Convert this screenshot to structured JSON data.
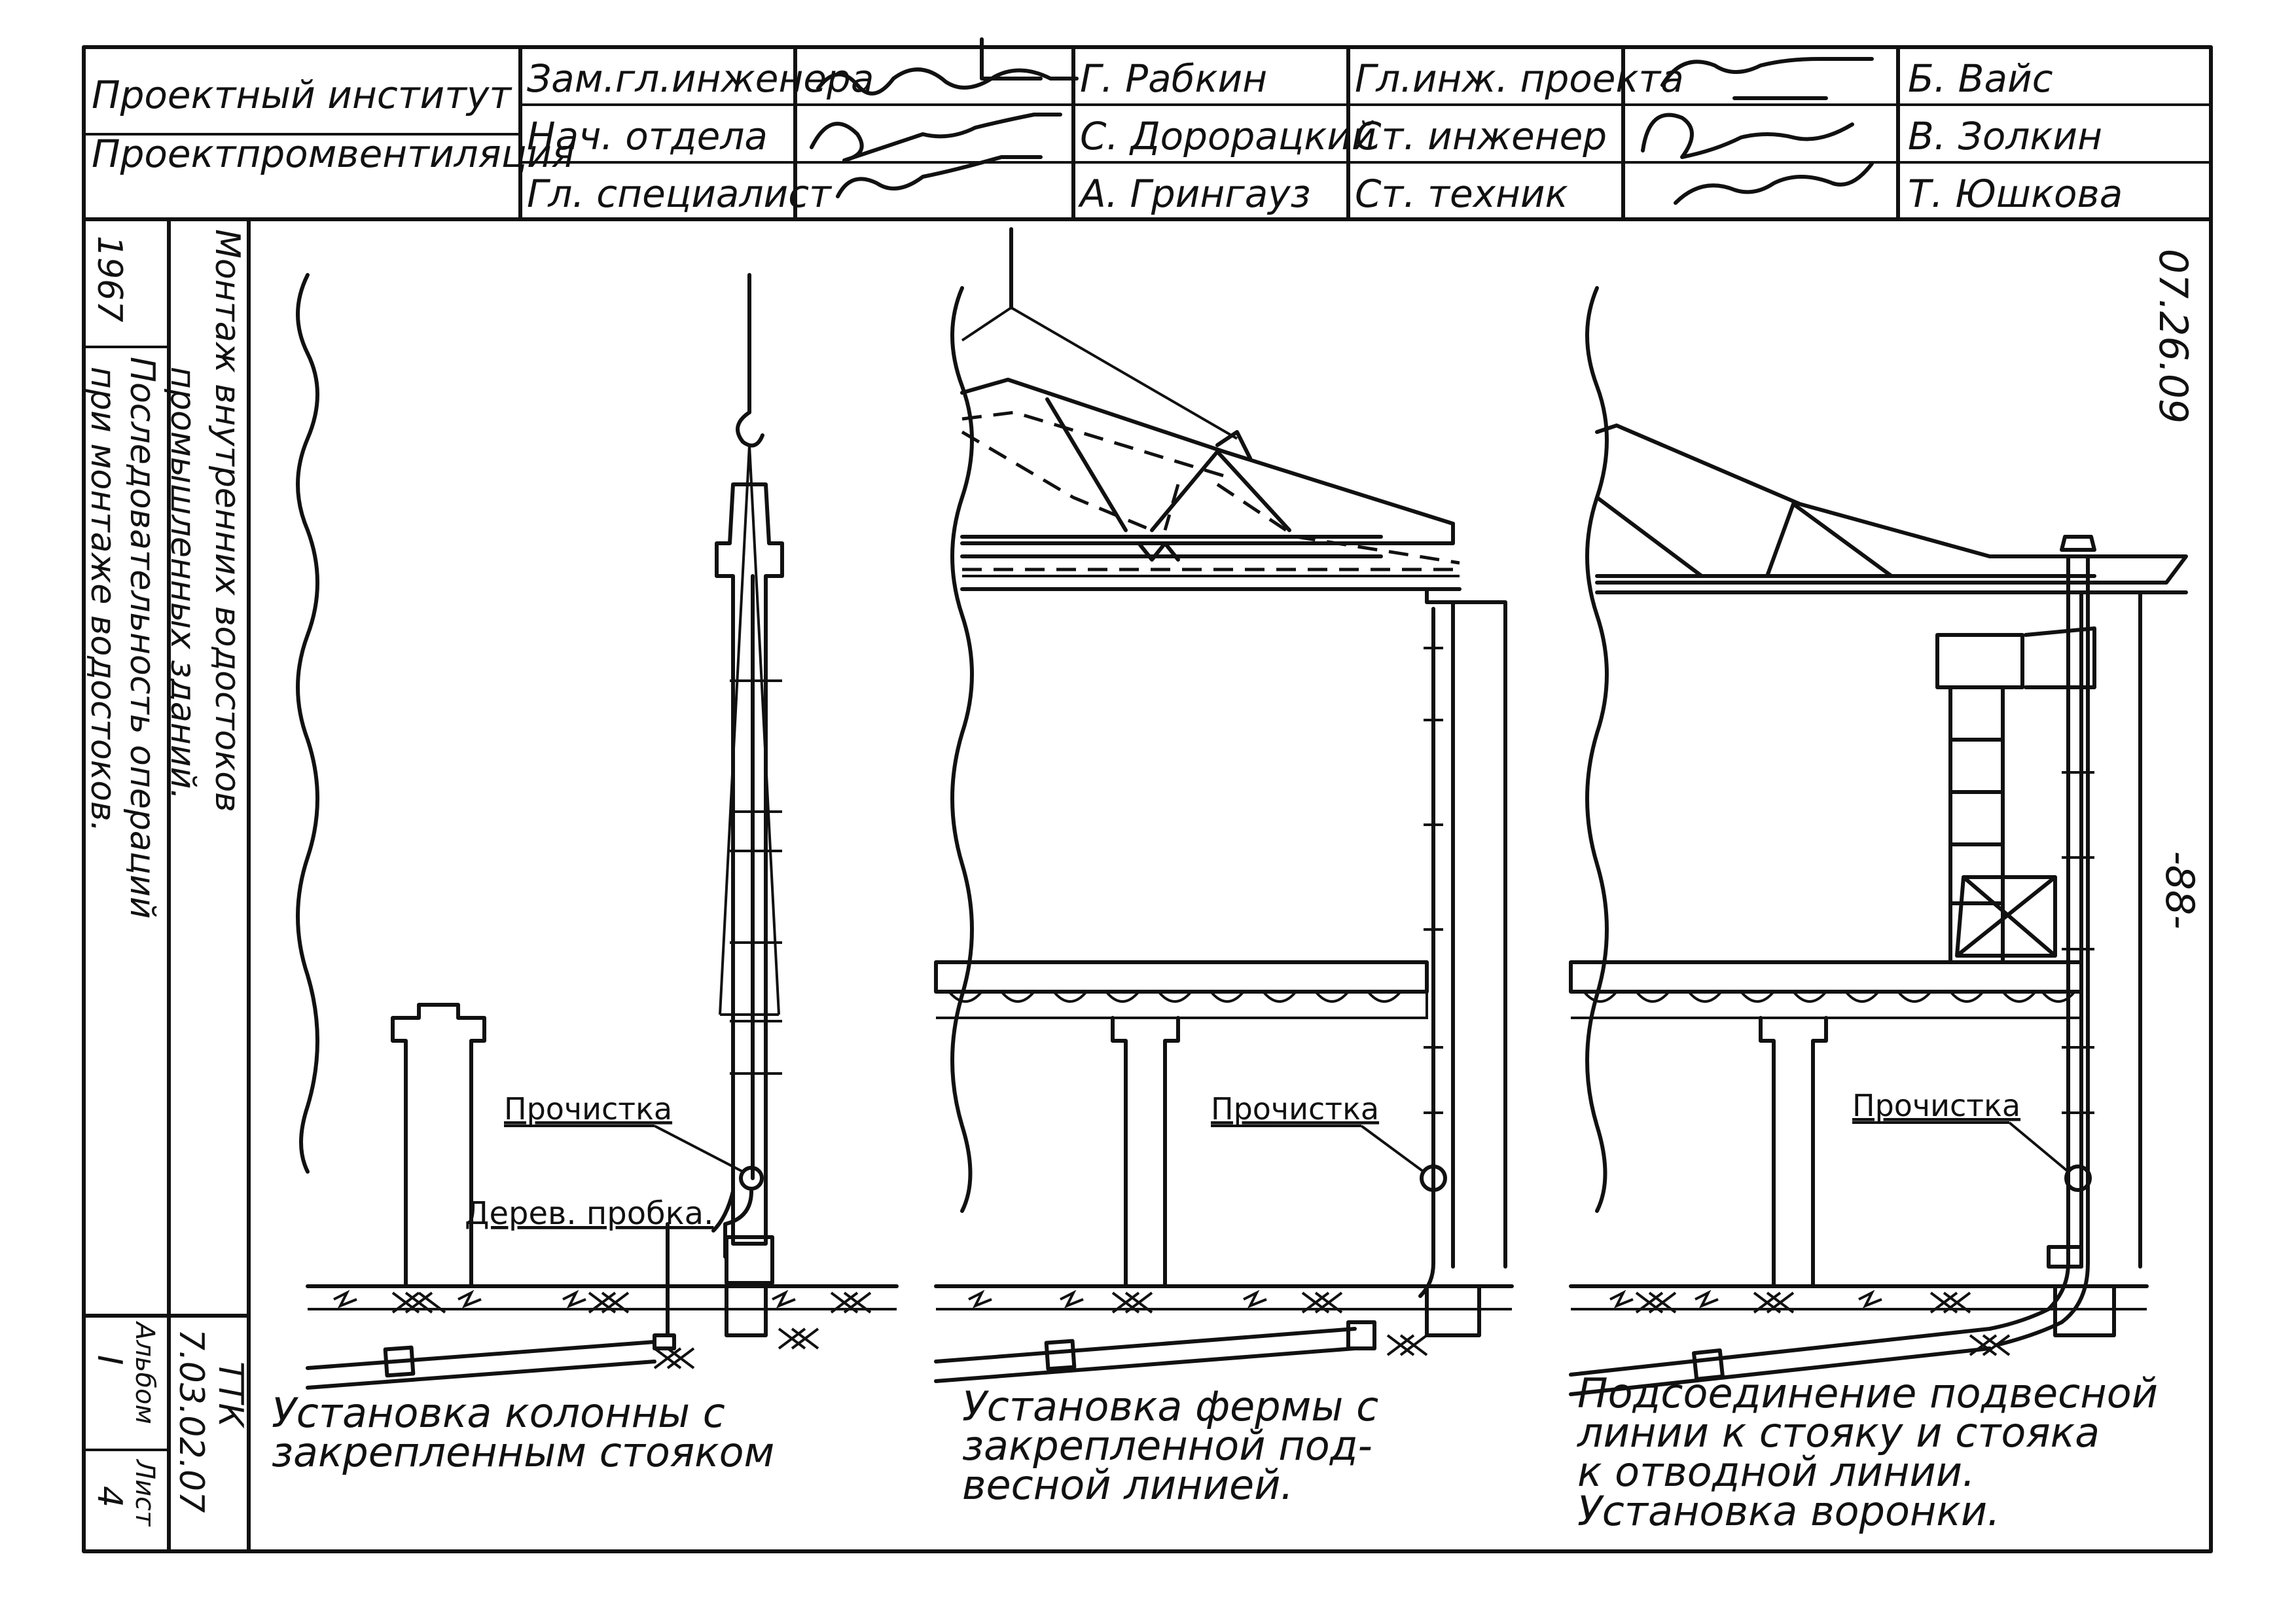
{
  "title_block": {
    "org_line1": "Проектный институт",
    "org_line2": "Проектпромвентиляция",
    "positions_left": [
      "Зам.гл.инженера",
      "Нач. отдела",
      "Гл. специалист"
    ],
    "names_left": [
      "Г. Рабкин",
      "С. Дорорацкий",
      "А. Грингауз"
    ],
    "positions_right": [
      "Гл.инж. проекта",
      "Ст. инженер",
      "Ст. техник"
    ],
    "names_right": [
      "Б. Вайс",
      "В. Золкин",
      "Т. Юшкова"
    ]
  },
  "side_panel": {
    "year": "1967",
    "title_line1": "Монтаж внутренних водостоков",
    "title_line2": "промышленных зданий.",
    "subtitle_line1": "Последовательность операций",
    "subtitle_line2": "при монтаже водостоков.",
    "code_label": "ТТК",
    "code": "7.03.02.07",
    "album_label": "Альбом",
    "album_value": "I",
    "sheet_label": "Лист",
    "sheet_value": "4"
  },
  "sheet_number": "07.26.09",
  "page_number": "-88-",
  "panels": [
    {
      "caption_line1": "Установка колонны с",
      "caption_line2": "закрепленным стояком",
      "label_cleanout": "Прочистка",
      "label_plug": "Дерев. пробка."
    },
    {
      "caption_line1": "Установка фермы с",
      "caption_line2": "закрепленной под-",
      "caption_line3": "весной линией.",
      "label_cleanout": "Прочистка"
    },
    {
      "caption_line1": "Подсоединение подвесной",
      "caption_line2": "линии к стояку и стояка",
      "caption_line3": "к отводной линии.",
      "caption_line4": "Установка воронки.",
      "label_cleanout": "Прочистка"
    }
  ]
}
